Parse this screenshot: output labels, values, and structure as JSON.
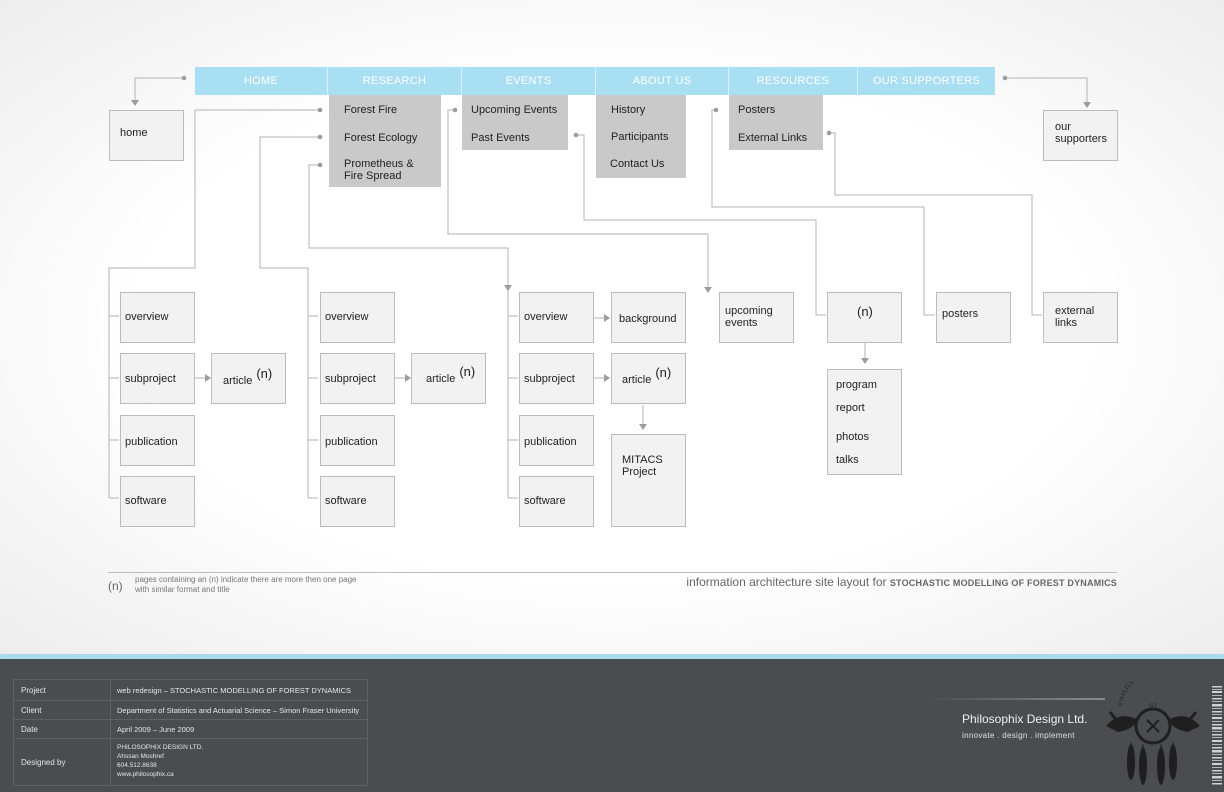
{
  "nav": [
    "HOME",
    "RESEARCH",
    "EVENTS",
    "ABOUT US",
    "RESOURCES",
    "OUR SUPPORTERS"
  ],
  "dropdowns": {
    "research": [
      "Forest Fire",
      "Forest Ecology",
      "Prometheus &",
      "Fire Spread"
    ],
    "events": [
      "Upcoming Events",
      "Past Events"
    ],
    "about": [
      "History",
      "Participants",
      "Contact Us"
    ],
    "resources": [
      "Posters",
      "External Links"
    ]
  },
  "pages": {
    "home": "home",
    "our_supporters_1": "our",
    "our_supporters_2": "supporters",
    "overview": "overview",
    "subproject": "subproject",
    "publication": "publication",
    "software": "software",
    "article": "article",
    "n": "(n)",
    "background": "background",
    "mitacs_1": "MITACS",
    "mitacs_2": "Project",
    "upcoming_1": "upcoming",
    "upcoming_2": "events",
    "posters": "posters",
    "external_1": "external",
    "external_2": "links",
    "past_items": [
      "program",
      "report",
      "photos",
      "talks"
    ]
  },
  "legend": {
    "symbol": "(n)",
    "text_1": "pages containing an (n) indicate there are more then one page",
    "text_2": "with similar format and title",
    "caption": "information architecture site layout for",
    "caption_bold": "STOCHASTIC MODELLING OF FOREST DYNAMICS"
  },
  "info": {
    "project_k": "Project",
    "project_v": "web redesign – STOCHASTIC MODELLING OF FOREST DYNAMICS",
    "client_k": "Client",
    "client_v": "Department of Statistics and Actuarial Science – Simon Fraser University",
    "date_k": "Date",
    "date_v": "April 2009 – June 2009",
    "designed_k": "Designed by",
    "designed_lines": [
      "PHILOSOPHIX DESIGN LTD.",
      "Ahssan Moshref",
      "604.512.8638",
      "www.philosophix.ca"
    ]
  },
  "brand": {
    "name": "Philosophix Design Ltd.",
    "tagline": "innovate . design . implement",
    "emblem_text": "PHILOSOPHIX",
    "emblem_year": "07"
  },
  "colors": {
    "nav": "#a9dff2",
    "dropdown": "#c9c9ca",
    "footer": "#4b4c4f"
  }
}
